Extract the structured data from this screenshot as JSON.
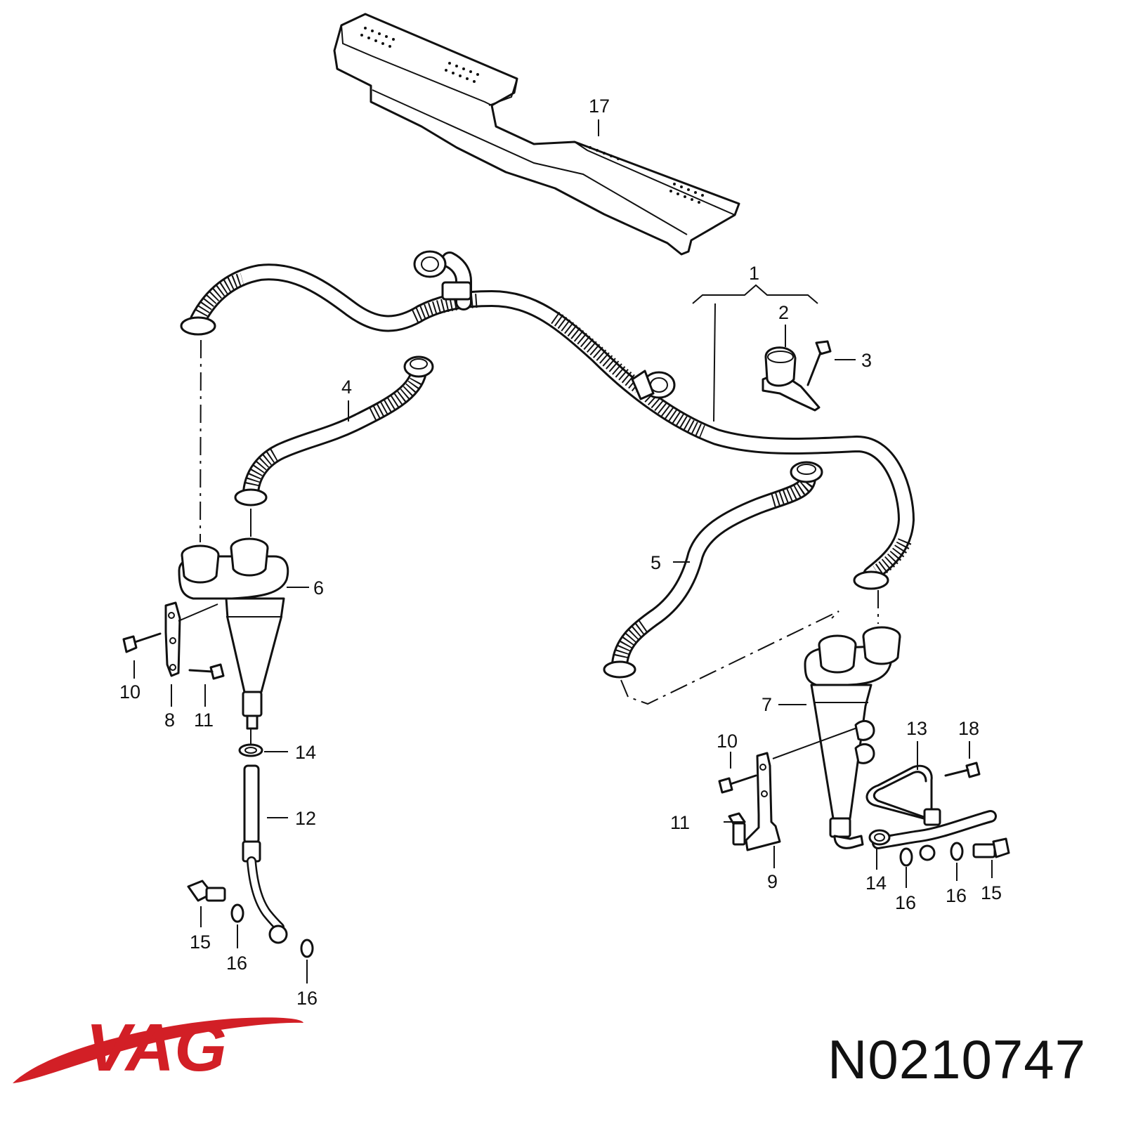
{
  "diagram": {
    "callouts": [
      {
        "id": "c17",
        "label": "17"
      },
      {
        "id": "c1",
        "label": "1"
      },
      {
        "id": "c2",
        "label": "2"
      },
      {
        "id": "c3",
        "label": "3"
      },
      {
        "id": "c4",
        "label": "4"
      },
      {
        "id": "c5",
        "label": "5"
      },
      {
        "id": "c6",
        "label": "6"
      },
      {
        "id": "c7",
        "label": "7"
      },
      {
        "id": "c8",
        "label": "8"
      },
      {
        "id": "c9",
        "label": "9"
      },
      {
        "id": "c10a",
        "label": "10"
      },
      {
        "id": "c10b",
        "label": "10"
      },
      {
        "id": "c11a",
        "label": "11"
      },
      {
        "id": "c11b",
        "label": "11"
      },
      {
        "id": "c12",
        "label": "12"
      },
      {
        "id": "c13",
        "label": "13"
      },
      {
        "id": "c14a",
        "label": "14"
      },
      {
        "id": "c14b",
        "label": "14"
      },
      {
        "id": "c15a",
        "label": "15"
      },
      {
        "id": "c15b",
        "label": "15"
      },
      {
        "id": "c16a",
        "label": "16"
      },
      {
        "id": "c16b",
        "label": "16"
      },
      {
        "id": "c16c",
        "label": "16"
      },
      {
        "id": "c16d",
        "label": "16"
      },
      {
        "id": "c18",
        "label": "18"
      }
    ]
  },
  "brand": {
    "logo_text": "VAG",
    "color": "#d21f26"
  },
  "part_number": "N0210747"
}
